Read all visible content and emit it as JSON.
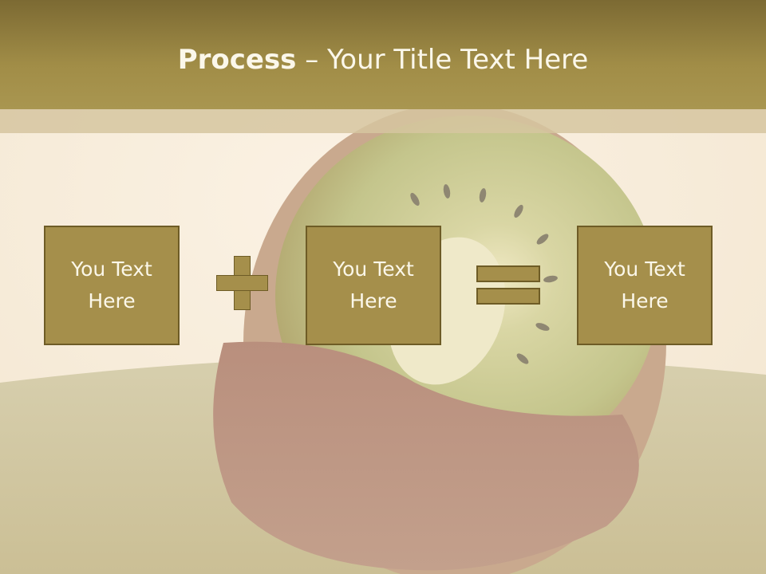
{
  "slide": {
    "title_strong": "Process",
    "title_rest": " – Your Title Text Here",
    "boxes": [
      {
        "line1": "You Text",
        "line2": "Here"
      },
      {
        "line1": "You Text",
        "line2": "Here"
      },
      {
        "line1": "You Text",
        "line2": "Here"
      }
    ],
    "operators": {
      "first": "plus-icon",
      "second": "equals-icon"
    }
  },
  "colors": {
    "title_bar": "#a18d47",
    "box_fill": "#a58f4b",
    "box_border": "#6e5c26",
    "text_light": "#fbf7ea",
    "background": "#f7ecdb"
  }
}
